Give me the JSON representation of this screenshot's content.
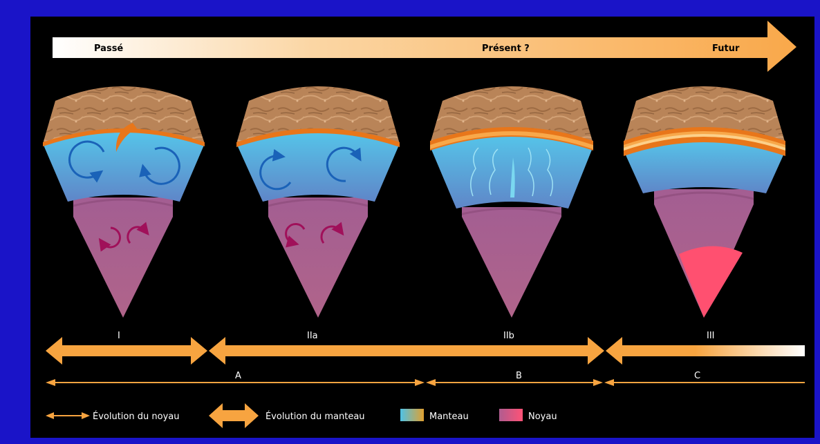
{
  "timeline": {
    "past": "Passé",
    "present": "Présent ?",
    "future": "Futur"
  },
  "stages": [
    {
      "label": "I"
    },
    {
      "label": "IIa"
    },
    {
      "label": "IIb"
    },
    {
      "label": "III"
    }
  ],
  "core_phases": [
    "A",
    "B",
    "C"
  ],
  "legend": {
    "core_evolution": "Évolution du noyau",
    "mantle_evolution": "Évolution du manteau",
    "mantle": "Manteau",
    "core": "Noyau"
  },
  "colors": {
    "background_frame": "#1a14c8",
    "arrow_orange": "#f7a440",
    "crust_brown": "#b8804a",
    "lithosphere_orange": "#e8761a",
    "mantle_blue": "#4fb8e0",
    "core_pink": "#a8608e",
    "inner_core_red": "#ff5070",
    "convection_blue": "#1a62b8",
    "convection_magenta": "#a0105a"
  }
}
